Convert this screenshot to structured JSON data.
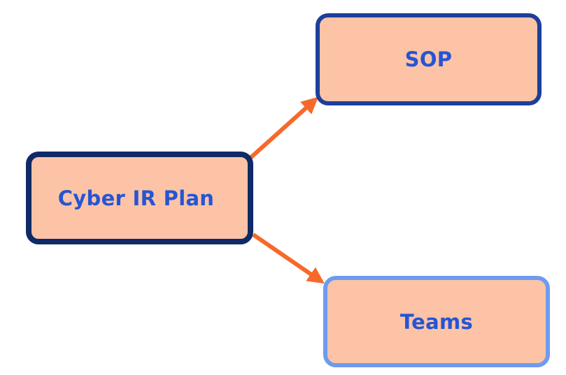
{
  "diagram": {
    "nodes": {
      "root": {
        "label": "Cyber IR Plan"
      },
      "sop": {
        "label": "SOP"
      },
      "teams": {
        "label": "Teams"
      }
    },
    "edges": [
      {
        "from": "Cyber IR Plan",
        "to": "SOP"
      },
      {
        "from": "Cyber IR Plan",
        "to": "Teams"
      }
    ]
  },
  "colors": {
    "node_fill": "#fcc3a6",
    "label_text": "#2555d4",
    "root_border": "#0f2a66",
    "sop_border": "#1c3f99",
    "teams_border": "#6f9bef",
    "arrow": "#f7692a"
  }
}
